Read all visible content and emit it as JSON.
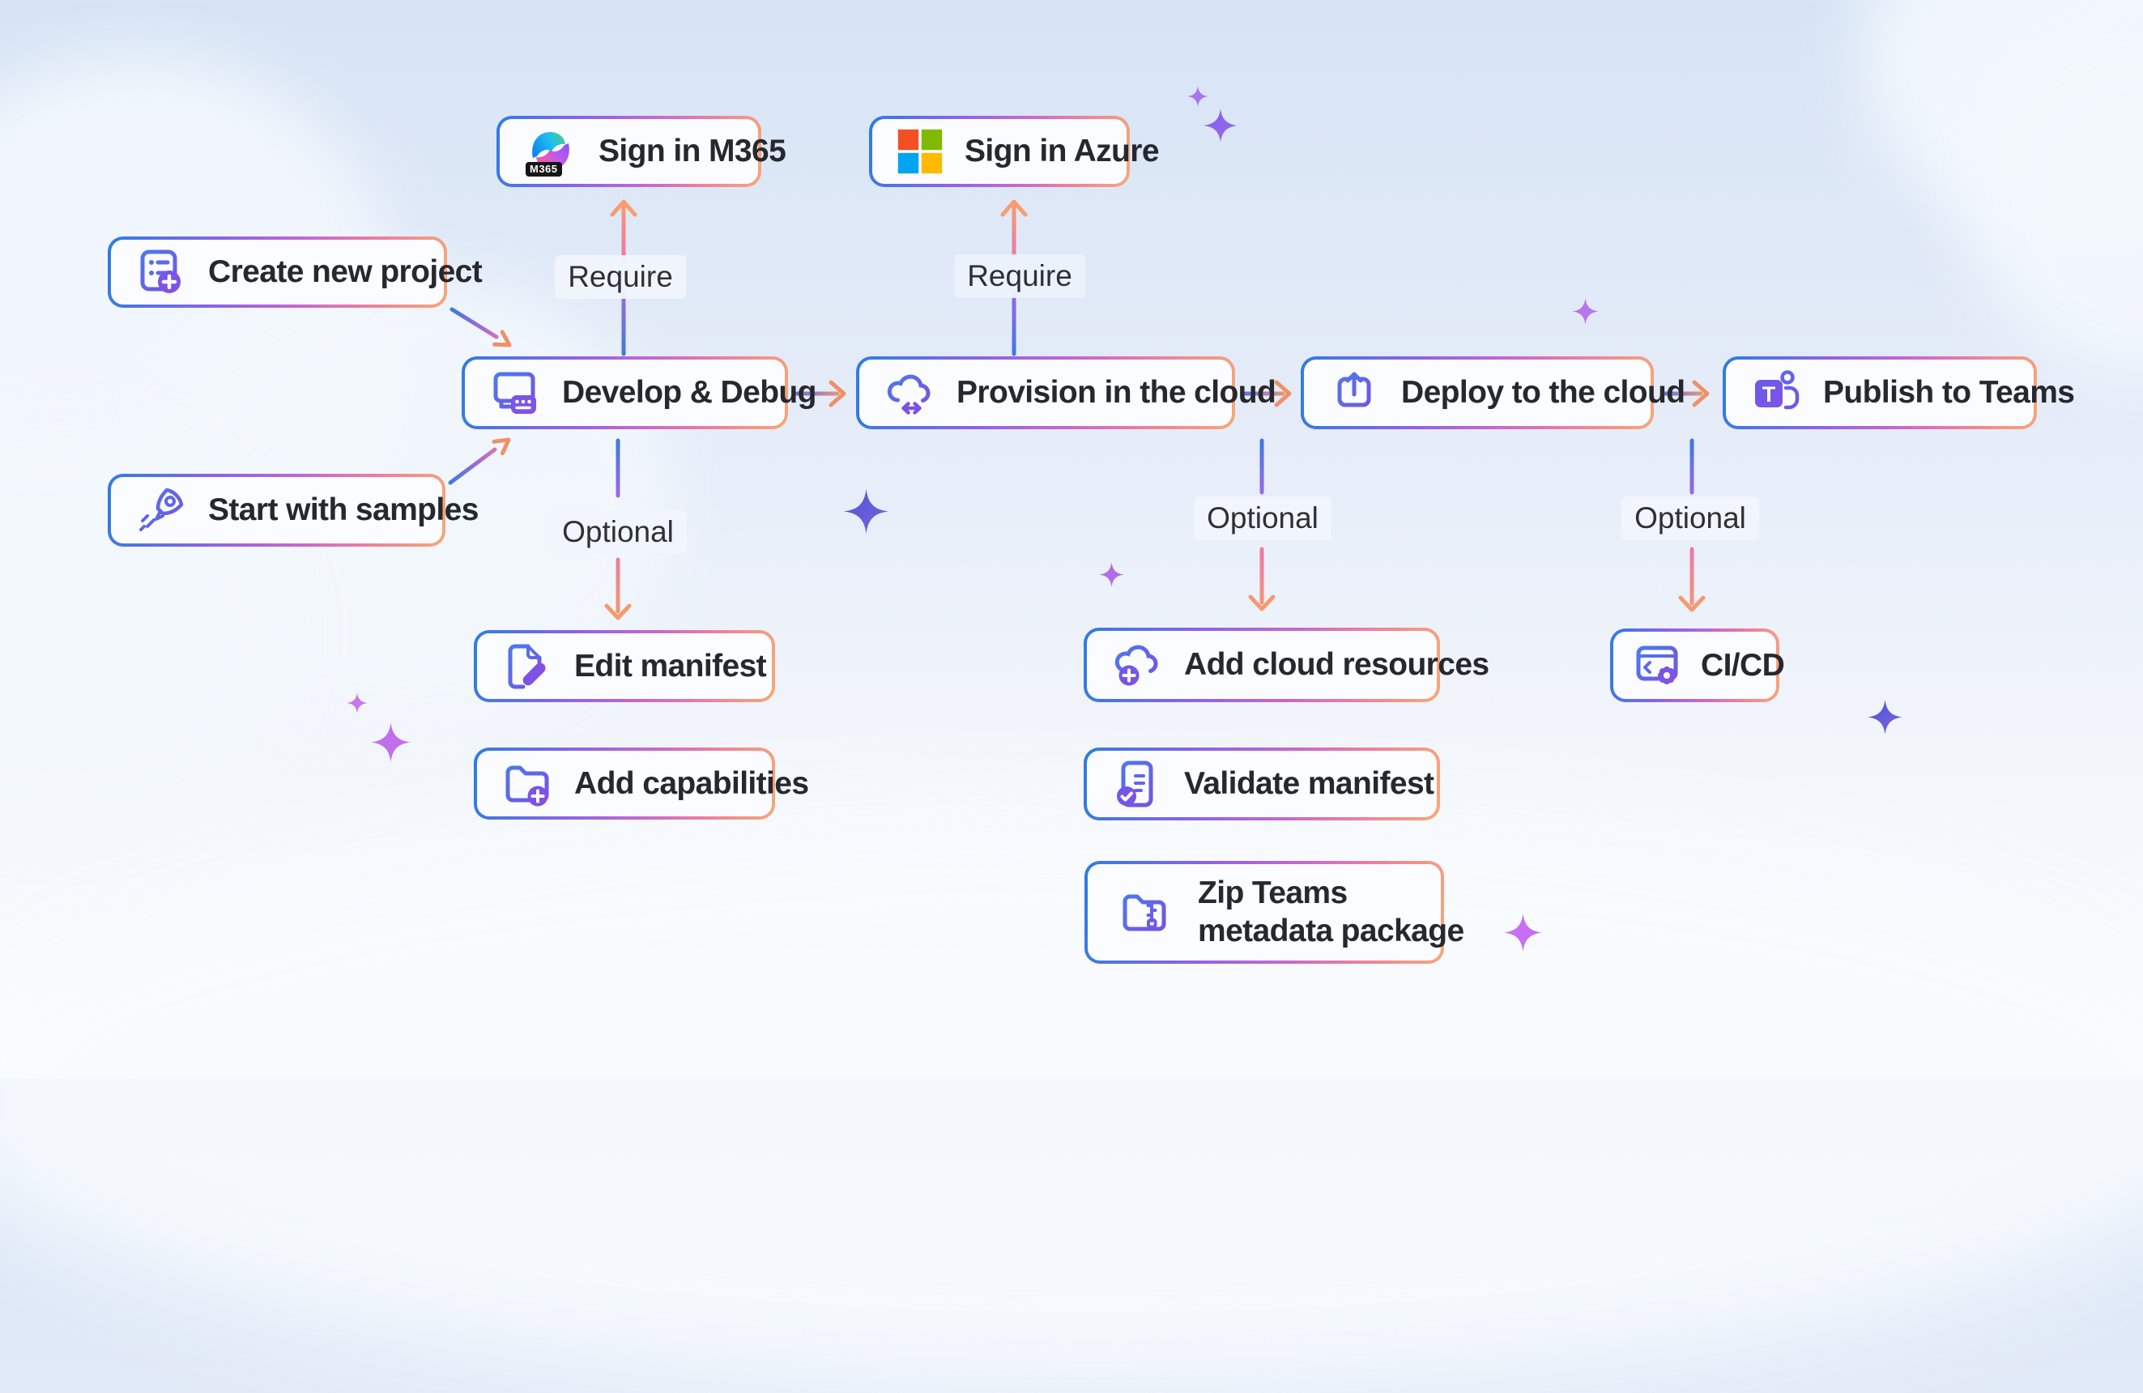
{
  "nodes": {
    "create_new_project": {
      "label": "Create new project",
      "icon": "new-project-icon"
    },
    "start_with_samples": {
      "label": "Start with samples",
      "icon": "rocket-icon"
    },
    "sign_in_m365": {
      "label": "Sign in M365",
      "icon": "m365-icon",
      "badge": "M365"
    },
    "sign_in_azure": {
      "label": "Sign in Azure",
      "icon": "microsoft-logo-icon"
    },
    "develop_debug": {
      "label": "Develop & Debug",
      "icon": "develop-debug-icon"
    },
    "provision": {
      "label": "Provision in the cloud",
      "icon": "cloud-sync-icon"
    },
    "deploy": {
      "label": "Deploy to the cloud",
      "icon": "cloud-upload-icon"
    },
    "publish": {
      "label": "Publish to Teams",
      "icon": "teams-icon",
      "icon_letter": "T"
    },
    "edit_manifest": {
      "label": "Edit manifest",
      "icon": "edit-document-icon"
    },
    "add_capabilities": {
      "label": "Add capabilities",
      "icon": "folder-add-icon"
    },
    "add_cloud_resources": {
      "label": "Add cloud resources",
      "icon": "cloud-add-icon"
    },
    "validate_manifest": {
      "label": "Validate manifest",
      "icon": "document-check-icon"
    },
    "zip_package": {
      "label_line1": "Zip Teams",
      "label_line2": "metadata package",
      "icon": "zip-folder-icon"
    },
    "cicd": {
      "label": "CI/CD",
      "icon": "window-gear-icon"
    }
  },
  "edge_labels": {
    "require_m365": "Require",
    "require_azure": "Require",
    "optional_edit_manifest": "Optional",
    "optional_add_cloud_resources": "Optional",
    "optional_cicd": "Optional"
  },
  "colors": {
    "background_top": "#d7e4f5",
    "background_bottom": "#fbfcfe",
    "cloud": "#f3f8fd",
    "node_background": "#fbfcff",
    "node_border_gradient": [
      "#2e7de2",
      "#8a63e8",
      "#c867cf",
      "#ee7f9d",
      "#f7a876"
    ],
    "icon_stroke_gradient": [
      "#4a7bee",
      "#7a4fe0"
    ],
    "arrow_blue": "#3d79e3",
    "arrow_purple": "#9e68e8",
    "arrow_pink": "#ec76ac",
    "arrow_orange": "#f89d6d",
    "sparkle_violet": "#c26fec",
    "sparkle_indigo": "#4a54ca",
    "text": "#27272e",
    "microsoft_logo": [
      "#f25022",
      "#7fba00",
      "#00a4ef",
      "#ffb900"
    ]
  }
}
